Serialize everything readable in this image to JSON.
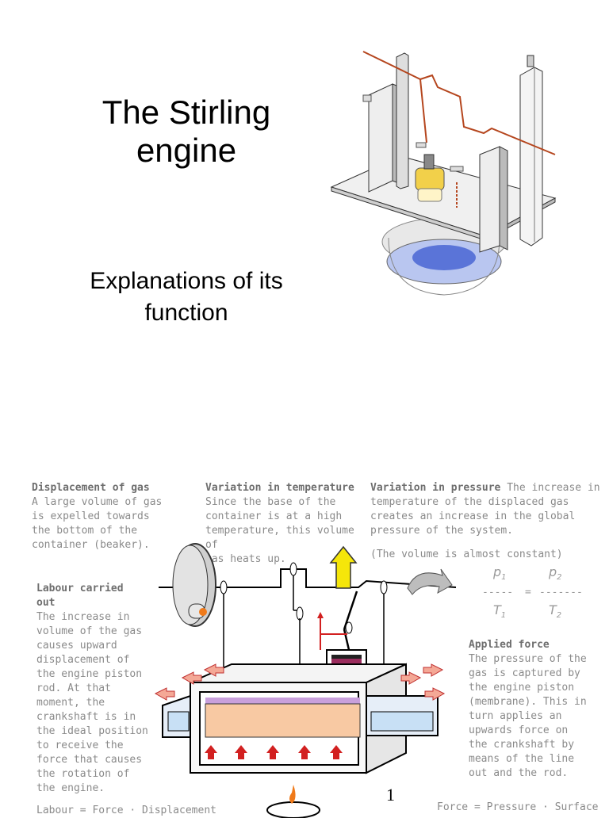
{
  "title": {
    "line1": "The Stirling",
    "line2": "engine"
  },
  "subtitle": {
    "line1": "Explanations of its",
    "line2": "function"
  },
  "blocks": {
    "displacement": {
      "head": "Displacement of gas",
      "body": [
        "A large volume of gas",
        "is expelled towards",
        "the bottom of the",
        "container (beaker)."
      ]
    },
    "temperature": {
      "head": "Variation in temperature",
      "body": [
        "Since the base of the",
        "container is at a high",
        "temperature, this volume of",
        "gas heats up."
      ]
    },
    "pressure": {
      "head": "Variation in pressure",
      "inline": " The increase in",
      "body": [
        "temperature of the displaced gas",
        "creates an increase in the global",
        "pressure of the system."
      ],
      "note": "(The volume is almost constant)"
    },
    "labour": {
      "head": [
        "Labour carried",
        "out"
      ],
      "body": [
        "The increase in",
        "volume of the gas",
        "causes upward",
        "displacement of",
        "the engine piston",
        "rod.  At that",
        "moment, the",
        "crankshaft is in",
        "the ideal position",
        "to receive the",
        "force that causes",
        "the rotation of",
        "the engine."
      ],
      "footer": "Labour = Force · Displacement"
    },
    "applied": {
      "head": "Applied force",
      "body": [
        "The pressure of the",
        "gas is captured by",
        "the engine piston",
        "(membrane).  This in",
        "turn applies an",
        "upwards force on",
        "the crankshaft by",
        "means of the line",
        "out and the rod."
      ],
      "footer": "Force = Pressure · Surface"
    }
  },
  "equation": {
    "p1": "p",
    "p1_sub": "1",
    "p2": "p",
    "p2_sub": "2",
    "t1": "T",
    "t1_sub": "1",
    "t2": "T",
    "t2_sub": "2",
    "dash_left": "-----",
    "equals": "=",
    "dash_right": "-------"
  },
  "page_number": "1",
  "colors": {
    "wire": "#b5461e",
    "gas_hot": "#f8c9a3",
    "membrane": "#9b2d5e",
    "arrow_red": "#d22020",
    "arrow_yellow": "#f5e60a"
  }
}
